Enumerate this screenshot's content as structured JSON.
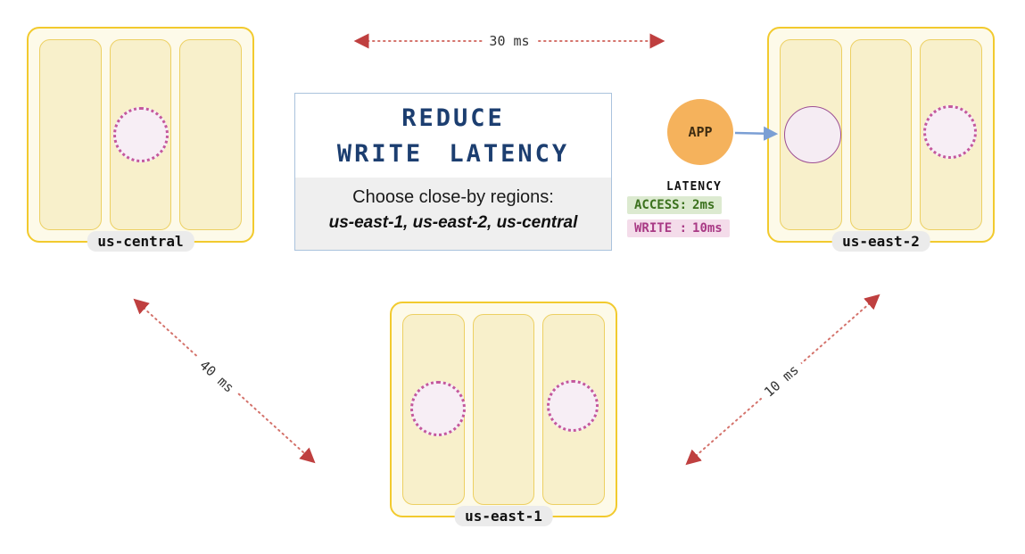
{
  "info_box": {
    "title_line1": "REDUCE",
    "title_line2": "WRITE LATENCY",
    "subtitle": "Choose close-by regions:",
    "regions_list": "us-east-1, us-east-2, us-central"
  },
  "app": {
    "label": "APP"
  },
  "latency_panel": {
    "title": "LATENCY",
    "rows": [
      {
        "label": "ACCESS:",
        "value": "2ms"
      },
      {
        "label": "WRITE :",
        "value": "10ms"
      }
    ]
  },
  "arrows": {
    "central_to_east2": "30 ms",
    "central_to_east1": "40 ms",
    "east1_to_east2": "10 ms"
  },
  "regions": [
    {
      "id": "us-central",
      "label": "us-central"
    },
    {
      "id": "us-east-2",
      "label": "us-east-2"
    },
    {
      "id": "us-east-1",
      "label": "us-east-1"
    }
  ],
  "colors": {
    "region_border": "#f2ca2e",
    "node_fill": "#f8f0cb",
    "replica_border": "#c4589d",
    "replica_fill": "#f7eef5",
    "arrow_red": "#bf3f3f",
    "arrow_blue": "#7b9fd4",
    "app_fill": "#f5b25c",
    "title_navy": "#1c3e70",
    "access_bg": "#dcead0",
    "access_text": "#3b711d",
    "write_bg": "#f4dcea",
    "write_text": "#a93a85"
  }
}
